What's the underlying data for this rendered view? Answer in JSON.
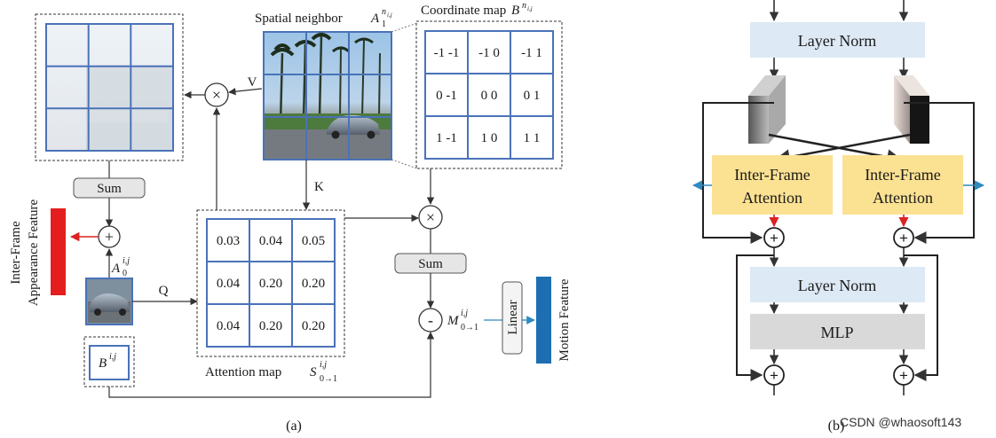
{
  "panel_a": {
    "spatial_neighbor_label": "Spatial neighbor",
    "spatial_neighbor_symbol": "A",
    "spatial_neighbor_sup": "n",
    "spatial_neighbor_sup_sub": "i,j",
    "spatial_neighbor_sub": "1",
    "coord_map_label": "Coordinate map",
    "coord_map_symbol": "B",
    "coord_map_sup": "n",
    "coord_map_sup_sub": "i,j",
    "coord_cells": [
      "-1 -1",
      "-1 0",
      "-1 1",
      "0 -1",
      "0 0",
      "0 1",
      "1 -1",
      "1 0",
      "1 1"
    ],
    "v_label": "V",
    "k_label": "K",
    "q_label": "Q",
    "sum_label": "Sum",
    "op_multiply": "×",
    "op_plus": "+",
    "op_minus": "-",
    "attention_cells": [
      "0.03",
      "0.04",
      "0.05",
      "0.04",
      "0.20",
      "0.20",
      "0.04",
      "0.20",
      "0.20"
    ],
    "attention_map_label": "Attention map",
    "attention_map_symbol": "S",
    "attention_map_sup": "i,j",
    "attention_map_sub": "0→1",
    "a0_symbol": "A",
    "a0_sup": "i,j",
    "a0_sub": "0",
    "b_symbol": "B",
    "b_sup": "i,j",
    "m_symbol": "M",
    "m_sup": "i,j",
    "m_sub": "0→1",
    "linear_label": "Linear",
    "motion_feature_label": "Motion Feature",
    "appearance_feature_line1": "Inter-Frame",
    "appearance_feature_line2": "Appearance Feature",
    "caption": "(a)",
    "colors": {
      "red_bar": "#e41e1e",
      "blue_bar": "#1d6fb1",
      "grid_blue": "#4a72b8",
      "sum_box": "#e6e6e6"
    }
  },
  "panel_b": {
    "layer_norm_top": "Layer Norm",
    "inter_frame_attention_left_line1": "Inter-Frame",
    "inter_frame_attention_left_line2": "Attention",
    "inter_frame_attention_right_line1": "Inter-Frame",
    "inter_frame_attention_right_line2": "Attention",
    "layer_norm_bottom": "Layer Norm",
    "mlp_label": "MLP",
    "op_plus": "+",
    "caption": "(b)",
    "colors": {
      "layer_norm": "#dde9f5",
      "attention": "#fbe192",
      "mlp": "#d9d9d9",
      "blue_arrow": "#2e8bc0",
      "red_arrow": "#d22"
    }
  },
  "watermark": "CSDN @whaosoft143"
}
